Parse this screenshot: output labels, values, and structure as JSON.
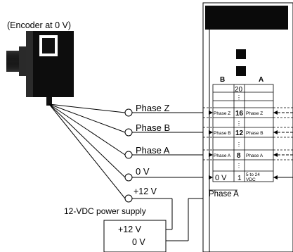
{
  "encoder": {
    "caption": "(Encoder at 0 V)"
  },
  "wires": {
    "phase_z": "Phase Z",
    "phase_b": "Phase B",
    "phase_a": "Phase A",
    "zero_v": "0 V",
    "plus12": "+12 V"
  },
  "unit": {
    "col_b": "B",
    "col_a": "A",
    "pin_top": "20",
    "pin_z": "16",
    "pin_b": "12",
    "pin_a": "8",
    "pin_1": "1",
    "cell_b_z": "Phase Z",
    "cell_a_z": "Phase Z",
    "cell_b_b": "Phase B",
    "cell_a_b": "Phase B",
    "cell_b_a": "Phase A",
    "cell_a_a": "Phase A",
    "cell_b_1": "0 V",
    "cell_a_1_line1": "5 to 24",
    "cell_a_1_line2": "VDC",
    "bottom_label": "Phase A"
  },
  "power_supply": {
    "title": "12-VDC power supply",
    "plus": "+12 V",
    "zero": "0 V"
  }
}
